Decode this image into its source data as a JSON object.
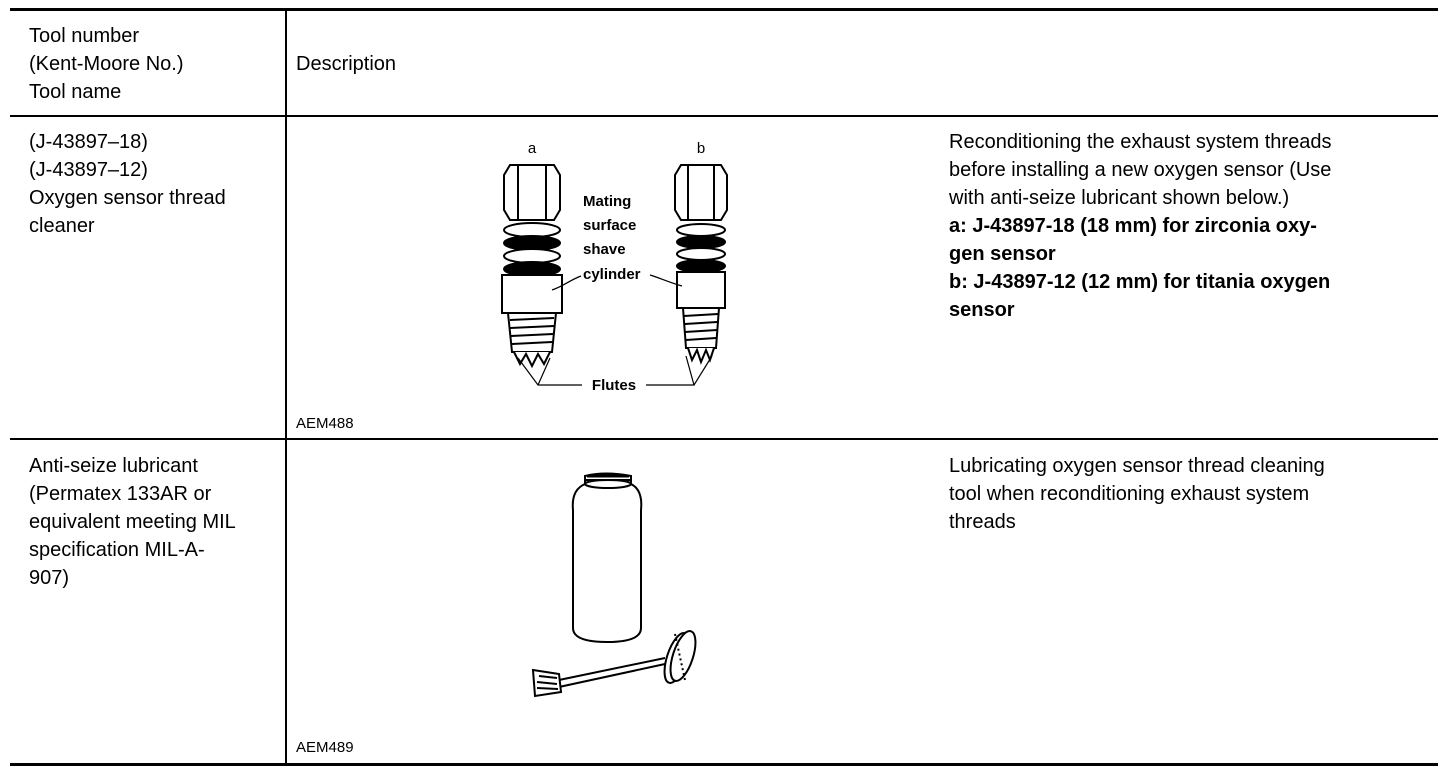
{
  "header": {
    "col1_lines": [
      "Tool number",
      "(Kent-Moore No.)",
      "Tool name"
    ],
    "col2": "Description"
  },
  "rows": [
    {
      "tool_lines": [
        "(J-43897–18)",
        "(J-43897–12)",
        "Oxygen sensor thread",
        "cleaner"
      ],
      "figure_code": "AEM488",
      "figure_labels": {
        "a": "a",
        "b": "b",
        "callout_lines": [
          "Mating",
          "surface",
          "shave",
          "cylinder"
        ],
        "flutes": "Flutes"
      },
      "description_lines": [
        {
          "text": "Reconditioning the exhaust system threads",
          "bold": false
        },
        {
          "text": "before installing a new oxygen sensor (Use",
          "bold": false
        },
        {
          "text": "with anti-seize lubricant shown below.)",
          "bold": false
        },
        {
          "text": "a: J-43897-18 (18 mm) for zirconia oxy-",
          "bold": true
        },
        {
          "text": "gen sensor",
          "bold": true
        },
        {
          "text": "b: J-43897-12 (12 mm) for titania oxygen",
          "bold": true
        },
        {
          "text": "sensor",
          "bold": true
        }
      ]
    },
    {
      "tool_lines": [
        "Anti-seize lubricant",
        "(Permatex 133AR or",
        "equivalent meeting MIL",
        "specification MIL-A-",
        "907)"
      ],
      "figure_code": "AEM489",
      "description_lines": [
        {
          "text": "Lubricating oxygen sensor thread cleaning",
          "bold": false
        },
        {
          "text": "tool when reconditioning exhaust system",
          "bold": false
        },
        {
          "text": "threads",
          "bold": false
        }
      ]
    }
  ]
}
